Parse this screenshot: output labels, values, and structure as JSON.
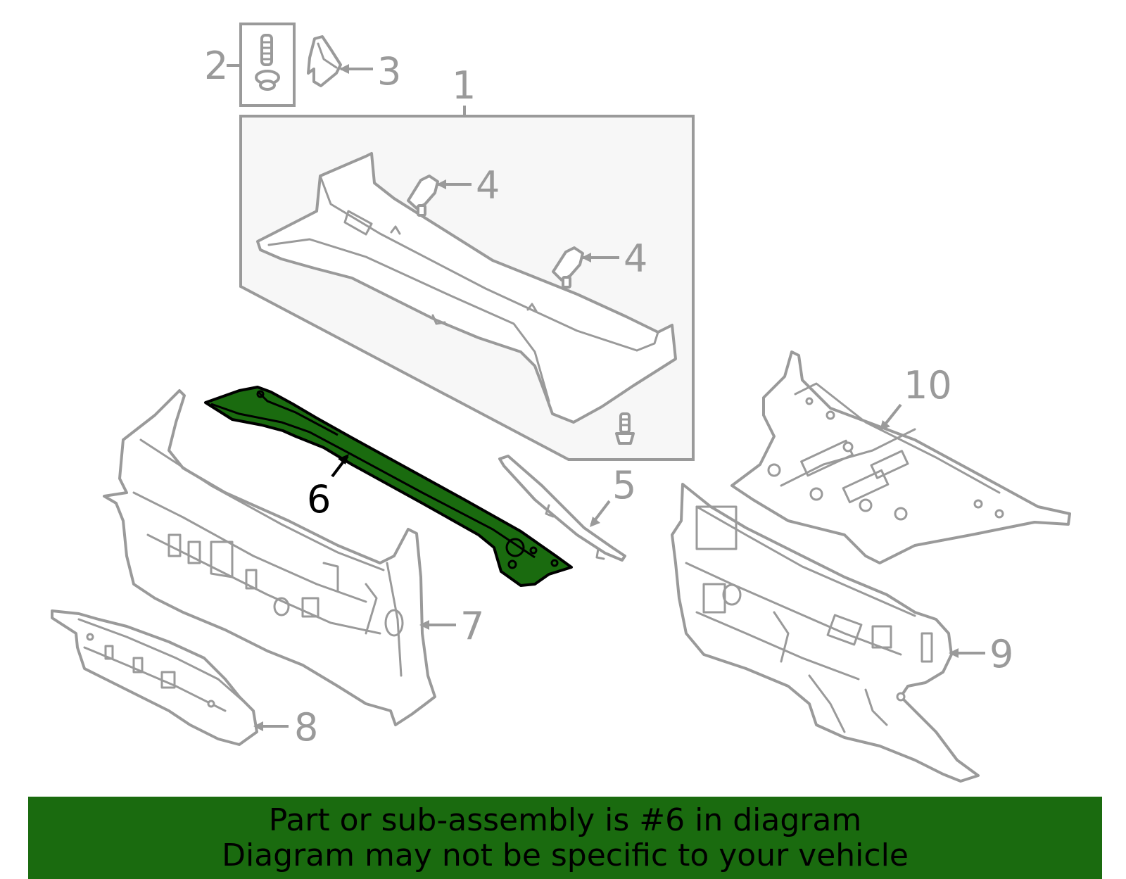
{
  "diagram": {
    "callouts": {
      "c1": "1",
      "c2": "2",
      "c3": "3",
      "c4a": "4",
      "c4b": "4",
      "c5": "5",
      "c6": "6",
      "c7": "7",
      "c8": "8",
      "c9": "9",
      "c10": "10"
    },
    "highlighted_part": "6",
    "colors": {
      "highlight": "#1a6b0f",
      "line_art": "#9a9a9a",
      "banner": "#1a6b0f"
    }
  },
  "banner": {
    "line1": "Part or sub-assembly is #6 in diagram",
    "line2": "Diagram may not be specific to your vehicle"
  }
}
